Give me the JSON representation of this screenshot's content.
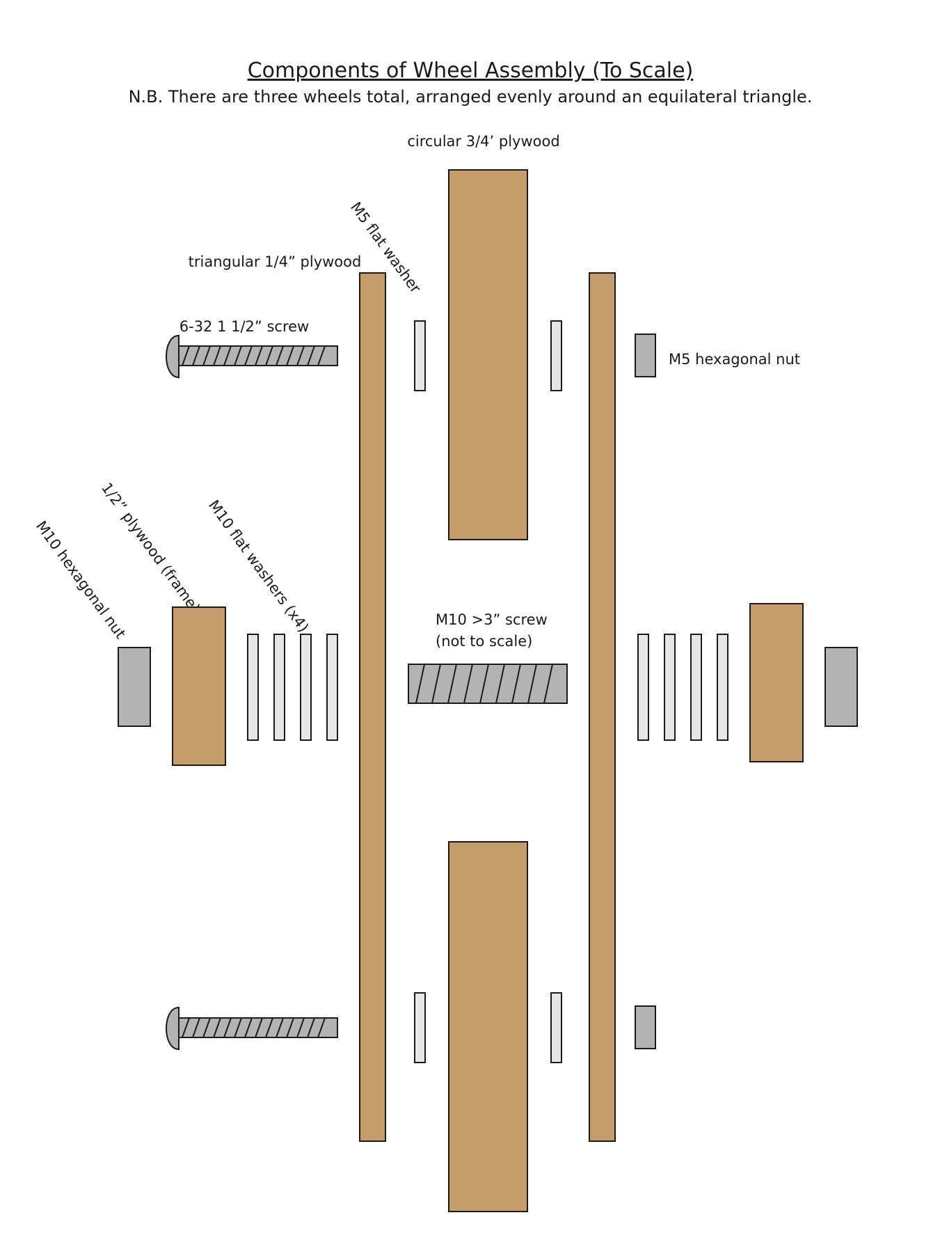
{
  "title": "Components of Wheel Assembly (To Scale)",
  "subtitle": "N.B. There are three wheels total, arranged evenly around an equilateral triangle.",
  "labels": {
    "circular_plywood": "circular 3/4’ plywood",
    "m5_flat_washer": "M5 flat washer",
    "triangular_plywood": "triangular 1/4” plywood",
    "screw_6_32": "6-32 1 1/2” screw",
    "m5_hex_nut": "M5 hexagonal nut",
    "half_inch_plywood_frame": "1/2” plywood (frame)",
    "m10_flat_washers": "M10 flat washers (x4)",
    "m10_hex_nut": "M10 hexagonal nut",
    "m10_screw_line1": "M10 >3” screw",
    "m10_screw_line2": "(not to scale)"
  },
  "colors": {
    "wood": "#c69c6d",
    "washer": "#e6e6e6",
    "nut": "#b3b3b3",
    "outline": "#1a1a1a"
  }
}
